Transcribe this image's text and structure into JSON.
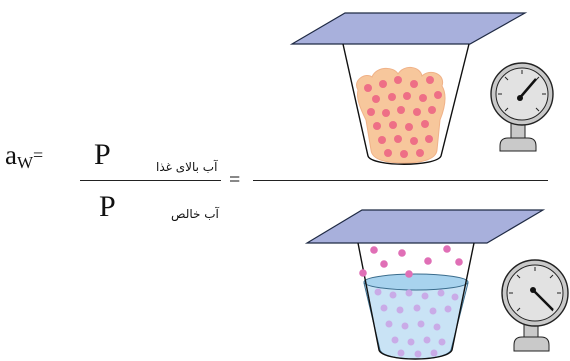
{
  "formula": {
    "lhs_symbol": "a",
    "lhs_subscript": "W",
    "lhs_equals": "=",
    "numerator_symbol": "P",
    "numerator_subscript": "آب بالای غذا",
    "denominator_symbol": "P",
    "denominator_subscript": "آب خالص",
    "rhs_equals": "="
  },
  "colors": {
    "lid": "#a8b0dc",
    "lid_stroke": "#1f2a44",
    "food_fill": "#f7c79c",
    "food_particle": "#ee6f86",
    "vapor_particle": "#e06fb6",
    "water": "#c9e3f5",
    "gauge_face": "#d6d6d6",
    "gauge_base": "#c9c9c9",
    "needle": "#111111"
  },
  "icons": [
    "pressure-gauge-icon",
    "pressure-gauge-icon"
  ]
}
